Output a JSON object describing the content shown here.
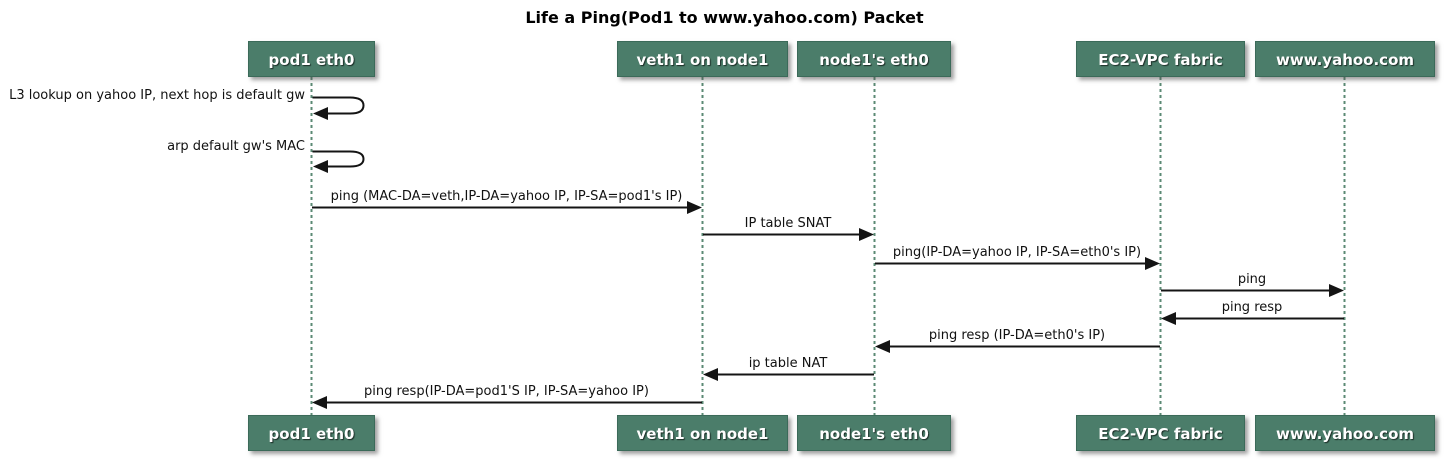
{
  "title": "Life a Ping(Pod1 to www.yahoo.com) Packet",
  "colors": {
    "participant_fill": "#4b7d6a",
    "participant_border": "#3b6a59",
    "lifeline_green": "#5b8a74",
    "arrow_black": "#141414",
    "background": "#ffffff"
  },
  "participants": [
    {
      "label": "pod1 eth0"
    },
    {
      "label": "veth1 on node1"
    },
    {
      "label": "node1's eth0"
    },
    {
      "label": "EC2-VPC fabric"
    },
    {
      "label": "www.yahoo.com"
    }
  ],
  "messages": [
    {
      "type": "self",
      "from": "pod1 eth0",
      "to": "pod1 eth0",
      "label": "L3 lookup on yahoo IP, next hop is default gw"
    },
    {
      "type": "self",
      "from": "pod1 eth0",
      "to": "pod1 eth0",
      "label": "arp default gw's MAC"
    },
    {
      "type": "arrow",
      "from": "pod1 eth0",
      "to": "veth1 on node1",
      "label": "ping (MAC-DA=veth,IP-DA=yahoo IP, IP-SA=pod1's IP)"
    },
    {
      "type": "arrow",
      "from": "veth1 on node1",
      "to": "node1's eth0",
      "label": "IP table SNAT"
    },
    {
      "type": "arrow",
      "from": "node1's eth0",
      "to": "EC2-VPC fabric",
      "label": "ping(IP-DA=yahoo IP, IP-SA=eth0's IP)"
    },
    {
      "type": "arrow",
      "from": "EC2-VPC fabric",
      "to": "www.yahoo.com",
      "label": "ping"
    },
    {
      "type": "arrow",
      "from": "www.yahoo.com",
      "to": "EC2-VPC fabric",
      "label": "ping resp"
    },
    {
      "type": "arrow",
      "from": "EC2-VPC fabric",
      "to": "node1's eth0",
      "label": "ping resp (IP-DA=eth0's IP)"
    },
    {
      "type": "arrow",
      "from": "node1's eth0",
      "to": "veth1 on node1",
      "label": "ip table NAT"
    },
    {
      "type": "arrow",
      "from": "veth1 on node1",
      "to": "pod1 eth0",
      "label": "ping resp(IP-DA=pod1'S IP, IP-SA=yahoo IP)"
    }
  ]
}
